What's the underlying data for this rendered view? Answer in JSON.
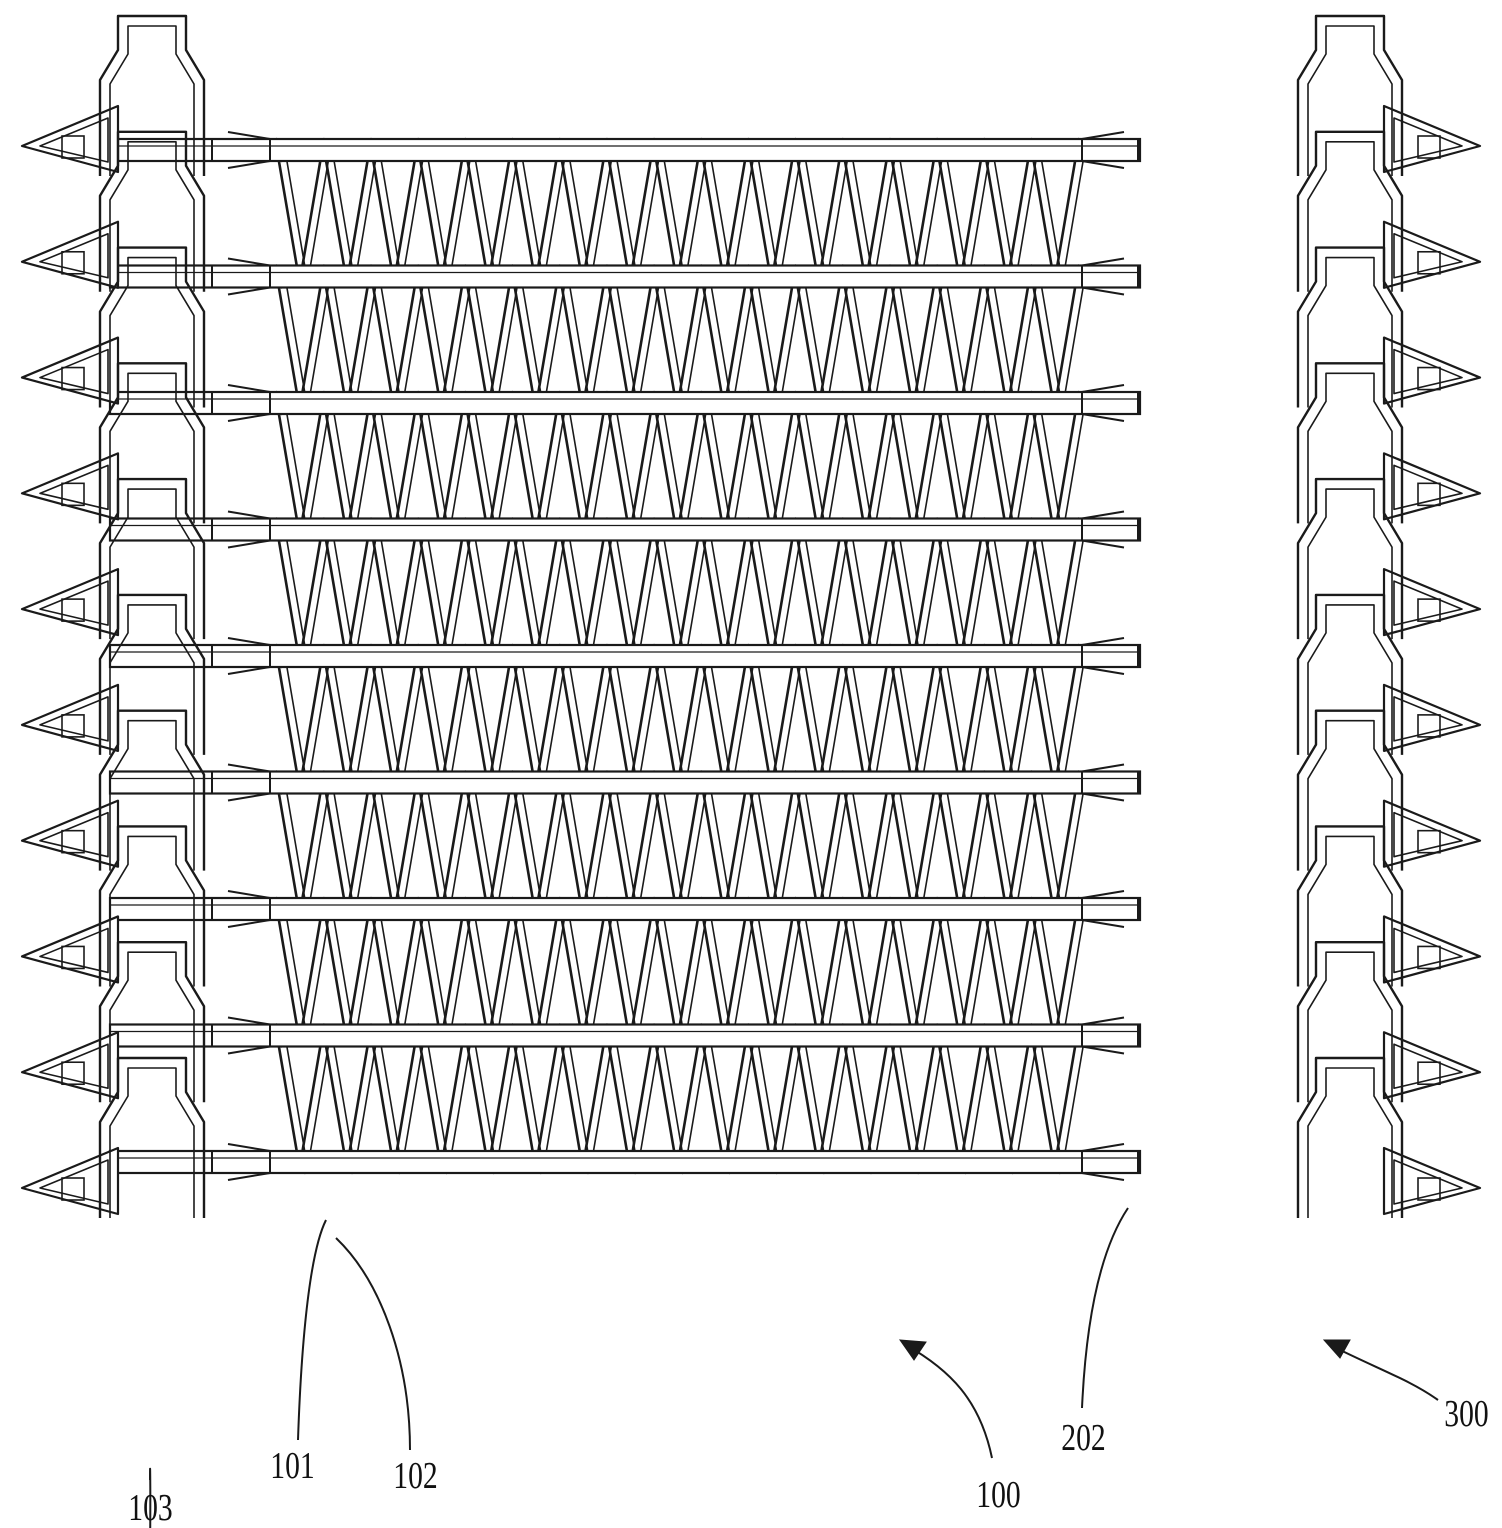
{
  "figure": {
    "stroke_color": "#1a1a1a",
    "background_color": "#ffffff",
    "component_counts": {
      "heater_tubes": 9,
      "coil_rows": 8,
      "terminal_brackets_per_side": 10
    },
    "reference_labels": [
      {
        "id": "103",
        "text": "103"
      },
      {
        "id": "101",
        "text": "101"
      },
      {
        "id": "102",
        "text": "102"
      },
      {
        "id": "100",
        "text": "100"
      },
      {
        "id": "202",
        "text": "202"
      },
      {
        "id": "300",
        "text": "300"
      }
    ]
  }
}
